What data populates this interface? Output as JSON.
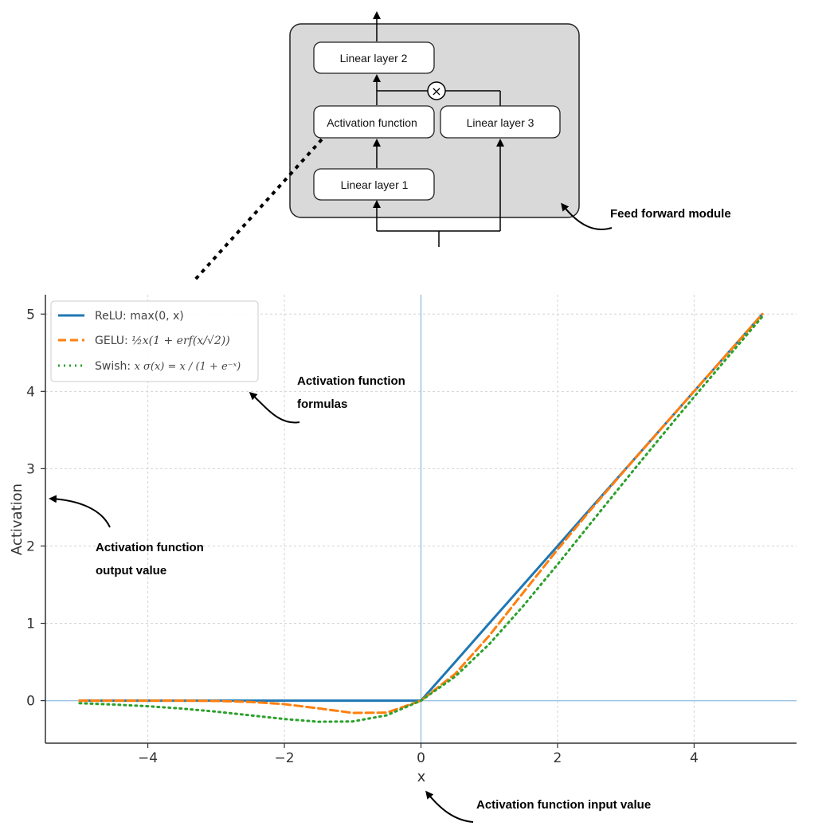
{
  "diagram": {
    "module_label": "Feed forward module",
    "boxes": {
      "linear2": "Linear layer 2",
      "activation": "Activation function",
      "linear3": "Linear layer 3",
      "linear1": "Linear layer 1"
    },
    "multiply_symbol": "×",
    "colors": {
      "module_fill": "#d9d9d9",
      "box_fill": "#ffffff"
    }
  },
  "callouts": {
    "formulas_line1": "Activation function",
    "formulas_line2": "formulas",
    "output_line1": "Activation function",
    "output_line2": "output value",
    "input": "Activation function input value"
  },
  "legend": {
    "relu": "ReLU: max(0, x)",
    "gelu_prefix": "GELU: ",
    "gelu_formula": "½x(1 + erf(x/√2))",
    "swish_prefix": "Swish: ",
    "swish_formula": "x σ(x) = x / (1 + e⁻ˣ)"
  },
  "chart_data": {
    "type": "line",
    "title": "",
    "xlabel": "x",
    "ylabel": "Activation",
    "xlim": [
      -5.5,
      5.5
    ],
    "ylim": [
      -0.55,
      5.25
    ],
    "xticks": [
      -4,
      -2,
      0,
      2,
      4
    ],
    "xtick_labels": [
      "−4",
      "−2",
      "0",
      "2",
      "4"
    ],
    "yticks": [
      0,
      1,
      2,
      3,
      4,
      5
    ],
    "ytick_labels": [
      "0",
      "1",
      "2",
      "3",
      "4",
      "5"
    ],
    "grid": true,
    "legend_position": "top-left",
    "x": [
      -5,
      -4.5,
      -4,
      -3.5,
      -3,
      -2.5,
      -2,
      -1.5,
      -1,
      -0.5,
      0,
      0.5,
      1,
      1.5,
      2,
      2.5,
      3,
      3.5,
      4,
      4.5,
      5
    ],
    "series": [
      {
        "name": "ReLU: max(0, x)",
        "color": "#1f77b4",
        "style": "solid",
        "values": [
          0,
          0,
          0,
          0,
          0,
          0,
          0,
          0,
          0,
          0,
          0,
          0.5,
          1,
          1.5,
          2,
          2.5,
          3,
          3.5,
          4,
          4.5,
          5
        ]
      },
      {
        "name": "GELU: ½x(1 + erf(x/√2))",
        "color": "#ff7f0e",
        "style": "dashed",
        "values": [
          0,
          0,
          0,
          0,
          -0.004,
          -0.016,
          -0.045,
          -0.1,
          -0.159,
          -0.154,
          0,
          0.346,
          0.841,
          1.4,
          1.955,
          2.484,
          2.996,
          3.499,
          4,
          4.5,
          5
        ]
      },
      {
        "name": "Swish: x σ(x) = x / (1 + e⁻ˣ)",
        "color": "#2ca02c",
        "style": "dotted",
        "values": [
          -0.033,
          -0.05,
          -0.072,
          -0.103,
          -0.142,
          -0.189,
          -0.238,
          -0.273,
          -0.269,
          -0.189,
          0,
          0.311,
          0.731,
          1.227,
          1.762,
          2.311,
          2.858,
          3.397,
          3.928,
          4.45,
          4.967
        ]
      }
    ]
  }
}
